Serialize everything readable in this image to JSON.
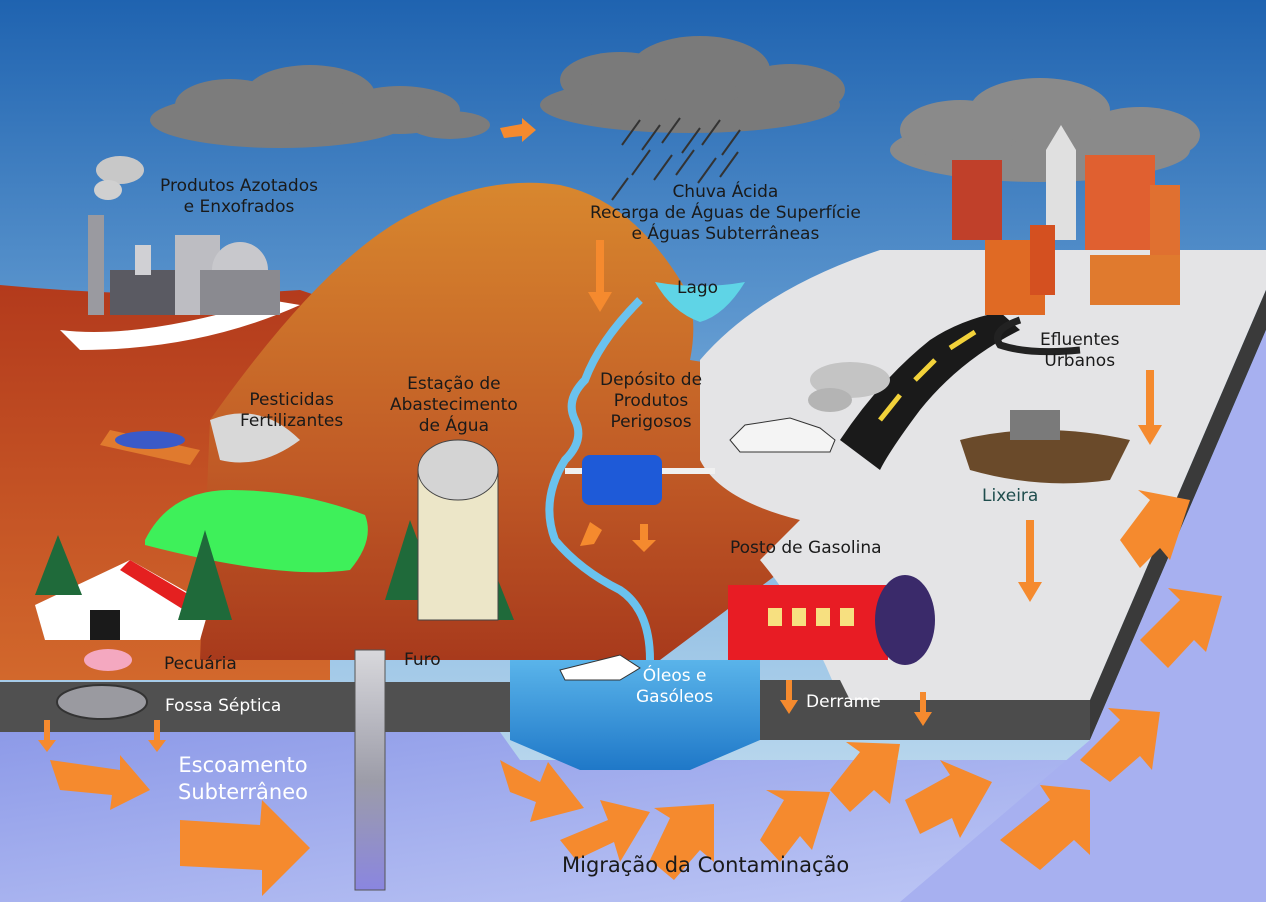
{
  "labels": {
    "produtos": [
      "Produtos Azotados",
      "e Enxofrados"
    ],
    "chuva": [
      "Chuva Ácida",
      "Recarga de Águas de Superfície",
      "e Águas Subterrâneas"
    ],
    "lago": "Lago",
    "efluentes": [
      "Efluentes",
      "Urbanos"
    ],
    "pesticidas": [
      "Pesticidas",
      "Fertilizantes"
    ],
    "estacao": [
      "Estação de",
      "Abastecimento",
      "de Água"
    ],
    "deposito": [
      "Depósito de",
      "Produtos",
      "Perigosos"
    ],
    "lixeira": "Lixeira",
    "posto": "Posto de  Gasolina",
    "pecuaria": "Pecuária",
    "furo": "Furo",
    "oleos": [
      "Óleos e",
      "Gasóleos"
    ],
    "derrame": "Derrame",
    "fossa": "Fossa Séptica",
    "escoamento": [
      "Escoamento",
      "Subterrâneo"
    ],
    "migracao": "Migração da Contaminação"
  },
  "colors": {
    "sky_top": "#1f63b0",
    "sky_bottom": "#d4e8f4",
    "hill": "#c4602a",
    "ground": "#b03818",
    "groundwater": "#9aa4ee",
    "arrow": "#f58a2e",
    "water": "#4aa6e0",
    "road": "#1a1a1a"
  }
}
